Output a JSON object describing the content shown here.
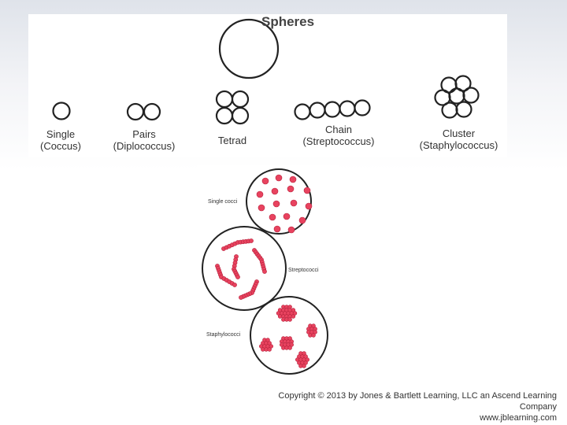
{
  "shapes_panel": {
    "title": "Spheres",
    "labels": [
      {
        "name": "single",
        "line1": "Single",
        "line2": "(Coccus)"
      },
      {
        "name": "pairs",
        "line1": "Pairs",
        "line2": "(Diplococcus)"
      },
      {
        "name": "tetrad",
        "line1": "Tetrad",
        "line2": ""
      },
      {
        "name": "chain",
        "line1": "Chain",
        "line2": "(Streptococcus)"
      },
      {
        "name": "cluster",
        "line1": "Cluster",
        "line2": "(Staphylococcus)"
      }
    ]
  },
  "micrographs": {
    "single": "Single cocci",
    "strep": "Streptococci",
    "staph": "Staphylococci"
  },
  "copyright": {
    "line1": "Copyright © 2013 by Jones & Bartlett Learning, LLC an Ascend Learning Company",
    "line2": "www.jblearning.com"
  },
  "colors": {
    "cell": "#e8435f",
    "cell_stroke": "#b8223d",
    "outline": "#222222"
  }
}
